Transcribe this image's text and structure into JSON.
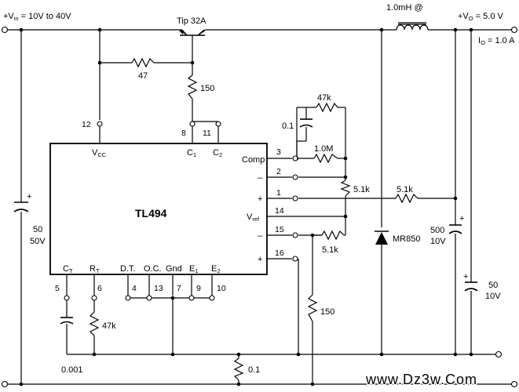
{
  "supply": {
    "vin_label": "+V",
    "vin_sub": "in",
    "vin_range": " = 10V to 40V",
    "vo_label": "+V",
    "vo_sub": "O",
    "vo_value": " = 5.0 V",
    "io_label": "I",
    "io_sub": "O",
    "io_value": " = 1.0 A"
  },
  "transistor": {
    "label": "Tip 32A"
  },
  "inductor": {
    "label": "1.0mH @"
  },
  "ic": {
    "name": "TL494",
    "vcc": "V",
    "vcc_sub": "CC",
    "c1": "C",
    "c1_sub": "1",
    "c2": "C",
    "c2_sub": "2",
    "comp": "Comp",
    "vref": "V",
    "vref_sub": "ref",
    "ct": "C",
    "ct_sub": "T",
    "rt": "R",
    "rt_sub": "T",
    "dt": "D.T.",
    "oc": "O.C.",
    "gnd": "Gnd",
    "e1": "E",
    "e1_sub": "1",
    "e2": "E",
    "e2_sub": "2",
    "sign_minus_2": "–",
    "sign_plus_1": "+",
    "sign_minus_15": "–",
    "sign_plus_16": "+",
    "pins": {
      "p12": "12",
      "p8": "8",
      "p11": "11",
      "p3": "3",
      "p2": "2",
      "p1": "1",
      "p14": "14",
      "p15": "15",
      "p16": "16",
      "p5": "5",
      "p6": "6",
      "p4": "4",
      "p13": "13",
      "p7": "7",
      "p9": "9",
      "p10": "10"
    }
  },
  "components": {
    "r_47": "47",
    "r_150_top": "150",
    "r_47k_fb": "47k",
    "c_0_1_fb": "0.1",
    "r_1_0m": "1.0M",
    "r_5_1k_div": "5.1k",
    "r_5_1k_out": "5.1k",
    "r_5_1k_ref": "5.1k",
    "c_in_value": "50",
    "c_in_voltage": "50V",
    "c_in_plus": "+",
    "c_out1_value": "500",
    "c_out1_voltage": "10V",
    "c_out1_plus": "+",
    "c_out2_value": "50",
    "c_out2_voltage": "10V",
    "c_out2_plus": "+",
    "diode": "MR850",
    "r_47k_rt": "47k",
    "c_0_001": "0.001",
    "r_0_1": "0.1",
    "r_150_bottom": "150"
  },
  "watermark": {
    "text": "www.Dz3w.Com",
    "color": "#e8a020"
  }
}
